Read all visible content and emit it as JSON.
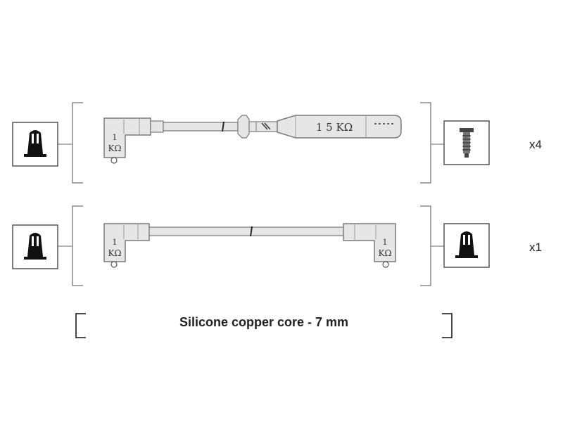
{
  "sets": [
    {
      "quantity": "x4",
      "left_boot_resistor": {
        "digit": "1",
        "unit": "KΩ"
      },
      "connector_resistor": "1 5 KΩ",
      "left_terminal_icon": "spark-plug-cap-icon",
      "right_terminal_icon": "threaded-screw-terminal-icon"
    },
    {
      "quantity": "x1",
      "left_boot_resistor": {
        "digit": "1",
        "unit": "KΩ"
      },
      "right_boot_resistor": {
        "digit": "1",
        "unit": "KΩ"
      },
      "left_terminal_icon": "spark-plug-cap-icon",
      "right_terminal_icon": "spark-plug-cap-icon"
    }
  ],
  "caption": "Silicone copper core - 7 mm",
  "colors": {
    "line": "#7a7a7a",
    "cable_fill": "#e6e6e6",
    "icon_fill": "#111111",
    "box_stroke": "#555555"
  }
}
